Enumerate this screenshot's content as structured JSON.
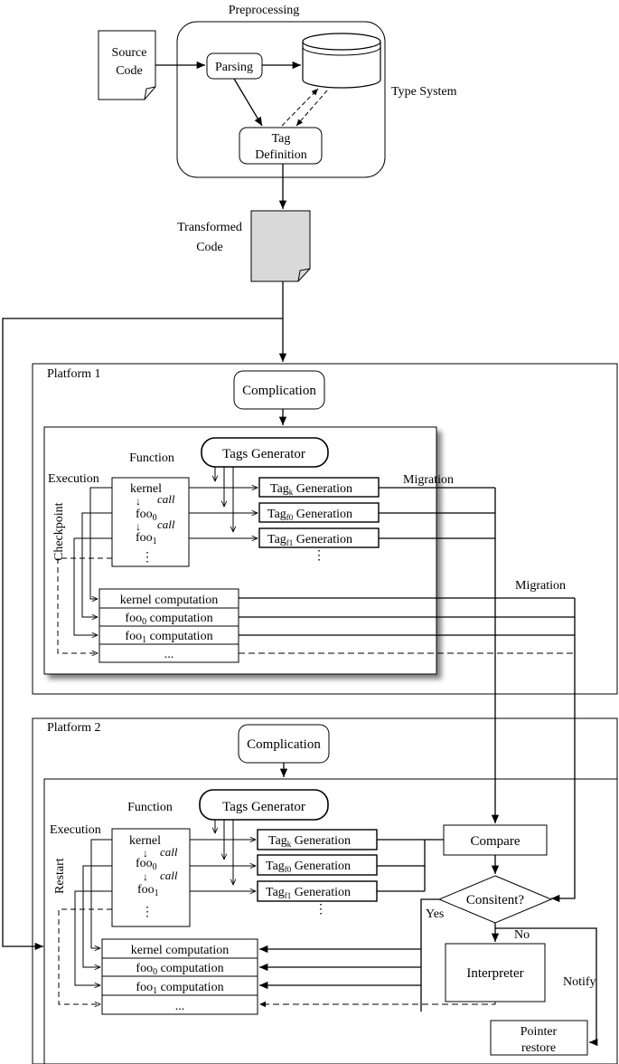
{
  "preprocessing": {
    "title": "Preprocessing",
    "source_code_line1": "Source",
    "source_code_line2": "Code",
    "parsing": "Parsing",
    "type_system": "Type System",
    "tag_def_line1": "Tag",
    "tag_def_line2": "Definition",
    "transformed_line1": "Transformed",
    "transformed_line2": "Code"
  },
  "platform1": {
    "title": "Platform 1",
    "complication": "Complication",
    "function_label": "Function",
    "tags_generator": "Tags Generator",
    "execution": "Execution",
    "checkpoint": "Checkpoint",
    "fn_kernel": "kernel",
    "fn_foo": "foo",
    "sub0": "0",
    "sub1": "1",
    "call": "call",
    "vdots": "⋮",
    "tag_prefix": "Tag",
    "tag_k_sub": "k",
    "tag_f0_sub": "f0",
    "tag_f1_sub": "f1",
    "generation": " Generation",
    "migration_top": "Migration",
    "migration_bottom": "Migration",
    "comp_kernel": "kernel computation",
    "comp_suffix": " computation",
    "ellipsis": "..."
  },
  "platform2": {
    "title": "Platform 2",
    "complication": "Complication",
    "function_label": "Function",
    "tags_generator": "Tags Generator",
    "execution": "Execution",
    "restart": "Restart",
    "compare": "Compare",
    "consistent": "Consitent?",
    "yes": "Yes",
    "no": "No",
    "interpreter": "Interpreter",
    "notify": "Notify",
    "pointer_line1": "Pointer",
    "pointer_line2": "restore"
  }
}
